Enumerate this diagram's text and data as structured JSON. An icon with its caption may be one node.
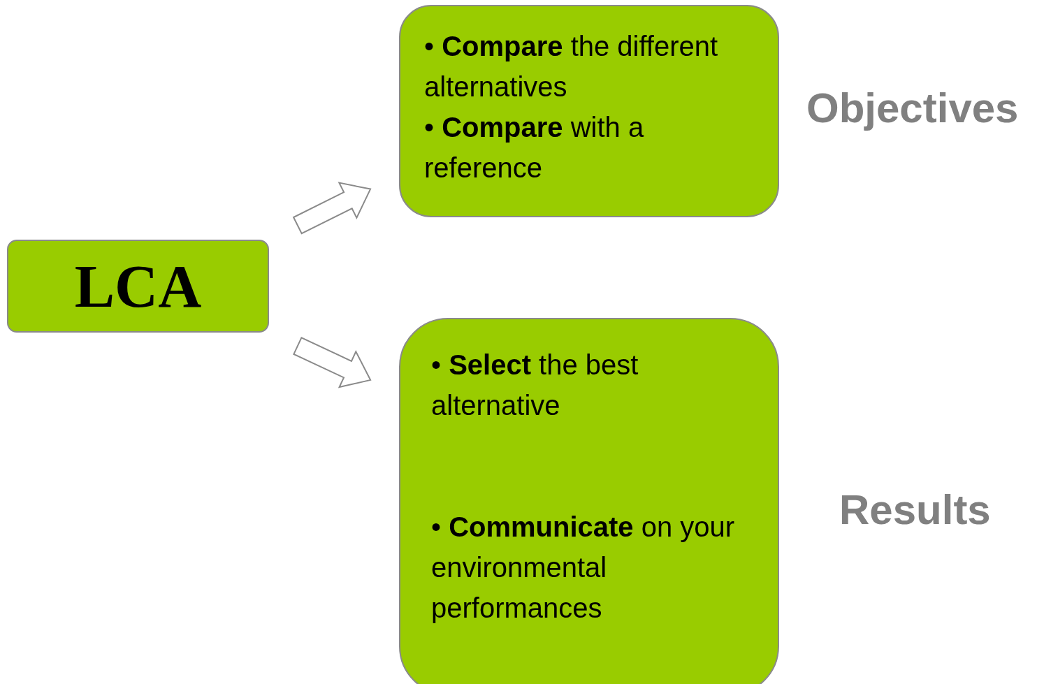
{
  "diagram": {
    "nodes": [
      {
        "text": [
          "LCA"
        ]
      },
      {
        "text": [
          "• **Compare** the different alternatives",
          "• **Compare** with a reference"
        ],
        "beside": [
          "Objectives"
        ]
      },
      {
        "text": [
          "• **Select** the best alternative",
          "• **Communicate** on your environmental performances"
        ],
        "beside": [
          "Results"
        ]
      }
    ],
    "edges": [
      {
        "from": 0,
        "to": 1,
        "arrow": "to"
      },
      {
        "from": 0,
        "to": 2,
        "arrow": "to"
      }
    ]
  }
}
